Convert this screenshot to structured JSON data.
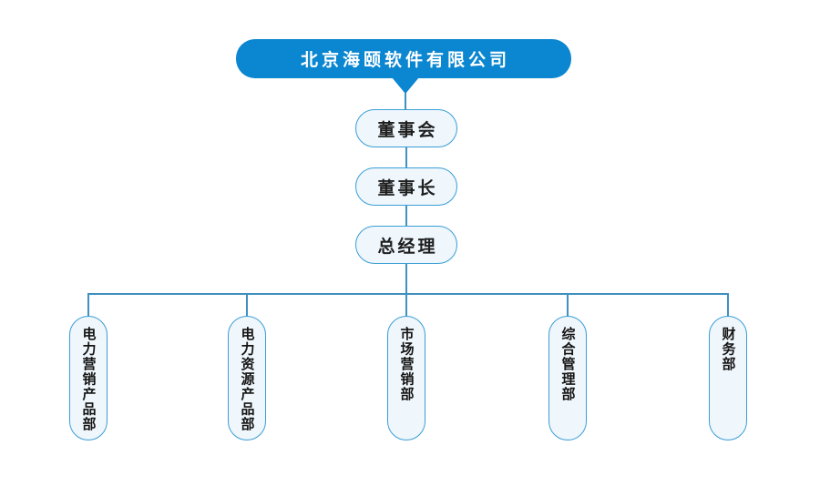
{
  "company_name": "北京海颐软件有限公司",
  "levels": [
    "董事会",
    "董事长",
    "总经理"
  ],
  "departments": [
    "电力营销产品部",
    "电力资源产品部",
    "市场营销部",
    "综合管理部",
    "财务部"
  ],
  "colors": {
    "header_bg": "#0b86d0",
    "header_text": "#ffffff",
    "node_border": "#3a9ed6",
    "node_fill": "#eff6fc",
    "connector": "#4090c0"
  }
}
